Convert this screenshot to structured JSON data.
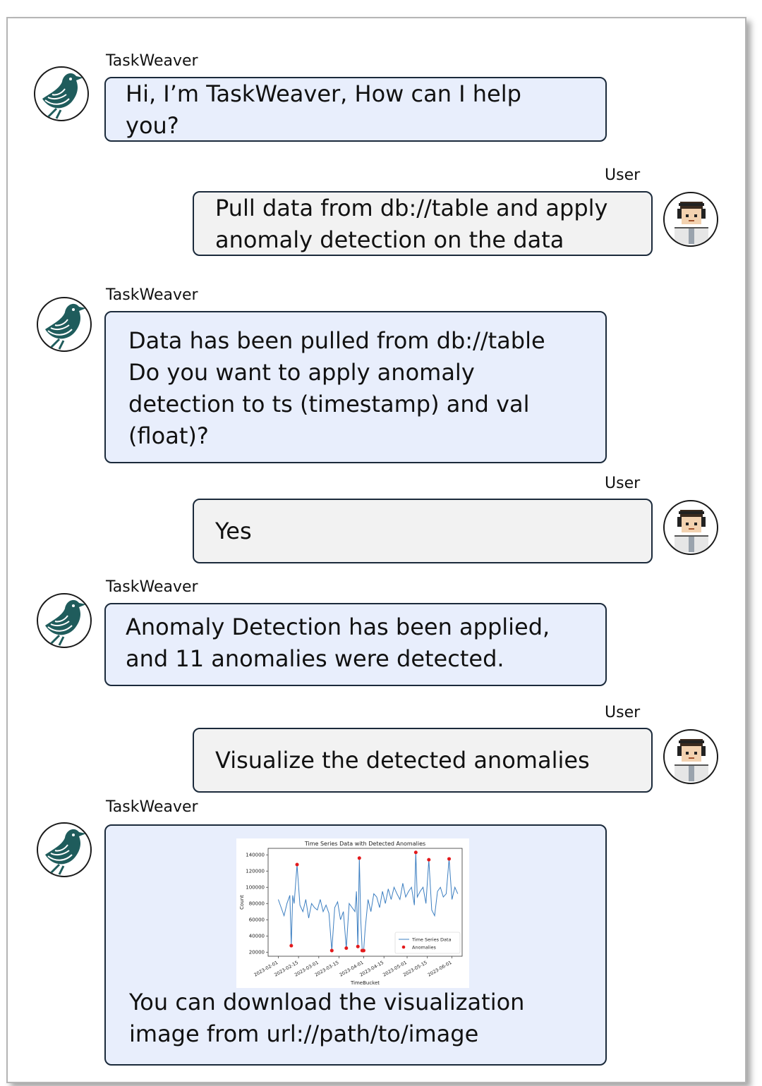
{
  "colors": {
    "bot_bubble": "#e8eefc",
    "user_bubble": "#f2f2f2",
    "border": "#1b2a3b",
    "series": "#3d7fc1",
    "anomaly": "#e31a1c"
  },
  "icons": {
    "bot": "bird-logo-icon",
    "user": "pixel-user-headset-icon"
  },
  "messages": [
    {
      "role": "bot",
      "sender": "TaskWeaver",
      "lines": [
        "Hi, I’m TaskWeaver, How can I help",
        "you?"
      ]
    },
    {
      "role": "user",
      "sender": "User",
      "lines": [
        "Pull data from db://table and apply",
        "anomaly detection on the data"
      ]
    },
    {
      "role": "bot",
      "sender": "TaskWeaver",
      "lines": [
        "Data has been pulled from db://table",
        "Do you want to apply anomaly",
        "detection to ts (timestamp) and val",
        "(float)?"
      ]
    },
    {
      "role": "user",
      "sender": "User",
      "lines": [
        "Yes"
      ]
    },
    {
      "role": "bot",
      "sender": "TaskWeaver",
      "lines": [
        "Anomaly Detection has been applied,",
        "and 11 anomalies were detected."
      ]
    },
    {
      "role": "user",
      "sender": "User",
      "lines": [
        "Visualize the detected anomalies"
      ]
    },
    {
      "role": "bot",
      "sender": "TaskWeaver",
      "lines": [
        "You can download the visualization",
        "image from url://path/to/image"
      ]
    }
  ],
  "chart_data": {
    "type": "line",
    "title": "Time Series Data with Detected Anomalies",
    "xlabel": "TimeBucket",
    "ylabel": "Count",
    "ylim": [
      15000,
      148000
    ],
    "xlim": [
      "2023-01-25",
      "2023-06-08"
    ],
    "x_ticks": [
      "2023-02-01",
      "2023-02-15",
      "2023-03-01",
      "2023-03-15",
      "2023-04-01",
      "2023-04-15",
      "2023-05-01",
      "2023-05-15",
      "2023-06-01"
    ],
    "y_ticks": [
      20000,
      40000,
      60000,
      80000,
      100000,
      120000,
      140000
    ],
    "legend": [
      "Time Series Data",
      "Anomalies"
    ],
    "legend_position": "lower-right",
    "series": [
      {
        "name": "Time Series Data",
        "x": [
          "2023-02-01",
          "2023-02-03",
          "2023-02-05",
          "2023-02-07",
          "2023-02-09",
          "2023-02-10",
          "2023-02-11",
          "2023-02-12",
          "2023-02-14",
          "2023-02-16",
          "2023-02-18",
          "2023-02-20",
          "2023-02-22",
          "2023-02-24",
          "2023-02-26",
          "2023-02-28",
          "2023-03-02",
          "2023-03-04",
          "2023-03-06",
          "2023-03-08",
          "2023-03-10",
          "2023-03-12",
          "2023-03-14",
          "2023-03-16",
          "2023-03-18",
          "2023-03-20",
          "2023-03-22",
          "2023-03-24",
          "2023-03-26",
          "2023-03-27",
          "2023-03-28",
          "2023-03-29",
          "2023-03-30",
          "2023-03-31",
          "2023-04-01",
          "2023-04-02",
          "2023-04-04",
          "2023-04-06",
          "2023-04-08",
          "2023-04-10",
          "2023-04-12",
          "2023-04-14",
          "2023-04-16",
          "2023-04-18",
          "2023-04-20",
          "2023-04-22",
          "2023-04-24",
          "2023-04-26",
          "2023-04-28",
          "2023-04-30",
          "2023-05-02",
          "2023-05-04",
          "2023-05-06",
          "2023-05-07",
          "2023-05-08",
          "2023-05-10",
          "2023-05-12",
          "2023-05-14",
          "2023-05-16",
          "2023-05-18",
          "2023-05-20",
          "2023-05-22",
          "2023-05-24",
          "2023-05-26",
          "2023-05-28",
          "2023-05-30",
          "2023-06-01",
          "2023-06-03",
          "2023-06-05"
        ],
        "values": [
          85000,
          75000,
          65000,
          80000,
          90000,
          28000,
          90000,
          80000,
          128000,
          78000,
          70000,
          85000,
          62000,
          80000,
          75000,
          72000,
          85000,
          70000,
          78000,
          68000,
          22000,
          75000,
          82000,
          60000,
          70000,
          25000,
          80000,
          75000,
          70000,
          95000,
          27000,
          136000,
          60000,
          22000,
          22000,
          48000,
          85000,
          70000,
          92000,
          88000,
          75000,
          95000,
          80000,
          98000,
          85000,
          100000,
          92000,
          85000,
          105000,
          88000,
          95000,
          100000,
          78000,
          143000,
          88000,
          95000,
          100000,
          80000,
          134000,
          72000,
          65000,
          95000,
          100000,
          88000,
          92000,
          135000,
          85000,
          100000,
          92000
        ]
      }
    ],
    "anomalies": [
      {
        "x": "2023-02-10",
        "y": 28000
      },
      {
        "x": "2023-02-14",
        "y": 128000
      },
      {
        "x": "2023-03-10",
        "y": 22000
      },
      {
        "x": "2023-03-20",
        "y": 25000
      },
      {
        "x": "2023-03-28",
        "y": 27000
      },
      {
        "x": "2023-03-29",
        "y": 136000
      },
      {
        "x": "2023-03-31",
        "y": 22000
      },
      {
        "x": "2023-04-01",
        "y": 22000
      },
      {
        "x": "2023-05-07",
        "y": 143000
      },
      {
        "x": "2023-05-16",
        "y": 134000
      },
      {
        "x": "2023-05-30",
        "y": 135000
      }
    ]
  }
}
